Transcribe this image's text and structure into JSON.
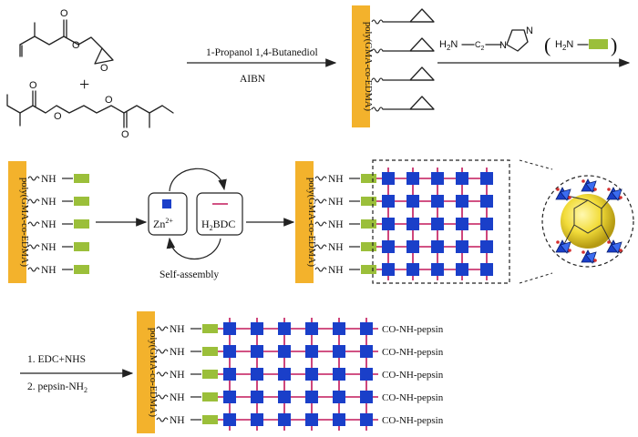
{
  "colors": {
    "polymer_bar": "#f3b22c",
    "amine_block": "#9bbf3a",
    "zn_node": "#1a3fc9",
    "linker": "#c2185b",
    "sphere": "#f2dc3a"
  },
  "step1": {
    "reagents_top": "1-Propanol  1,4-Butanediol",
    "reagents_bottom": "AIBN",
    "plus": "+"
  },
  "polymer_label": "poly(GMA-co-EDMA)",
  "step2": {
    "amine_prefix": "H",
    "amine_sub": "2",
    "amine_n": "N",
    "chain_label": "C",
    "chain_sub": "2",
    "imidazole_n": "N",
    "paren_open": "(",
    "paren_close": ")",
    "amine_block_label_h": "H",
    "amine_block_label_sub": "2",
    "amine_block_label_n": "N"
  },
  "row2": {
    "nh_label": "NH",
    "zn_label": "Zn",
    "zn_charge": "2+",
    "bdc_h": "H",
    "bdc_sub": "2",
    "bdc_rest": "BDC",
    "self_assembly": "Self-assembly"
  },
  "step3": {
    "line1": "1. EDC+NHS",
    "line2_prefix": "2. pepsin-NH",
    "line2_sub": "2"
  },
  "row3": {
    "nh_label": "NH",
    "pepsin_label": "CO-NH-pepsin"
  }
}
